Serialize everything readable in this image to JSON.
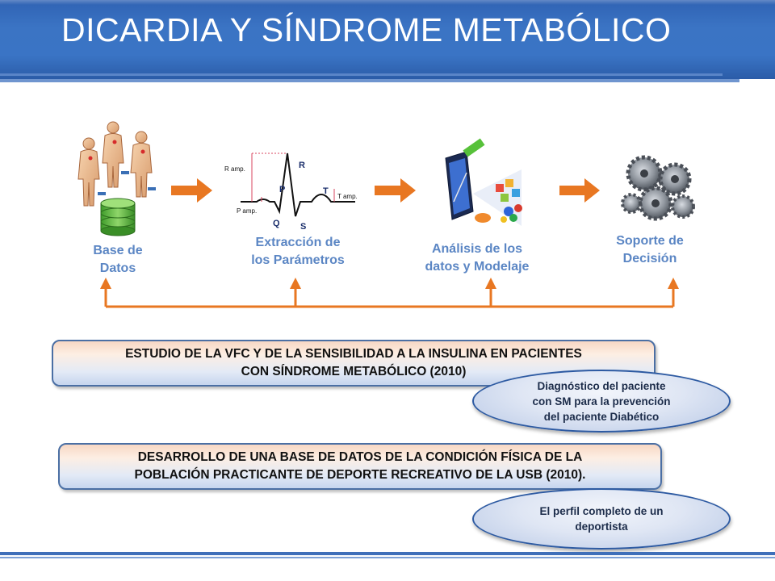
{
  "title": "DICARDIA Y SÍNDROME METABÓLICO",
  "steps": [
    {
      "label_line1": "Base de",
      "label_line2": "Datos",
      "icon": "people-database-icon"
    },
    {
      "label_line1": "Extracción de",
      "label_line2": "los Parámetros",
      "icon": "ecg-waveform-icon"
    },
    {
      "label_line1": "Análisis de los",
      "label_line2": "datos y Modelaje",
      "icon": "data-analysis-icon"
    },
    {
      "label_line1": "Soporte de",
      "label_line2": "Decisión",
      "icon": "gears-icon"
    }
  ],
  "ecg_labels": {
    "r_amp": "R amp.",
    "p_amp": "P amp.",
    "t_amp": "T amp.",
    "r": "R",
    "p": "P",
    "q": "Q",
    "s": "S",
    "t": "T"
  },
  "projects": [
    {
      "banner_line1": "ESTUDIO DE LA VFC Y DE LA SENSIBILIDAD A LA INSULINA EN PACIENTES",
      "banner_line2": "CON SÍNDROME METABÓLICO (2010)",
      "outcome_line1": "Diagnóstico del paciente",
      "outcome_line2": "con SM para la prevención",
      "outcome_line3": "del paciente Diabético"
    },
    {
      "banner_line1": "DESARROLLO DE UNA BASE DE DATOS DE LA CONDICIÓN FÍSICA DE LA",
      "banner_line2": "POBLACIÓN PRACTICANTE DE DEPORTE RECREATIVO DE LA USB (2010).",
      "outcome_line1": "El perfil completo de un",
      "outcome_line2": "deportista"
    }
  ],
  "colors": {
    "title_bar": "#3a74c5",
    "arrow": "#e87722",
    "label": "#5b86c4",
    "ellipse_border": "#2d5aa2"
  }
}
